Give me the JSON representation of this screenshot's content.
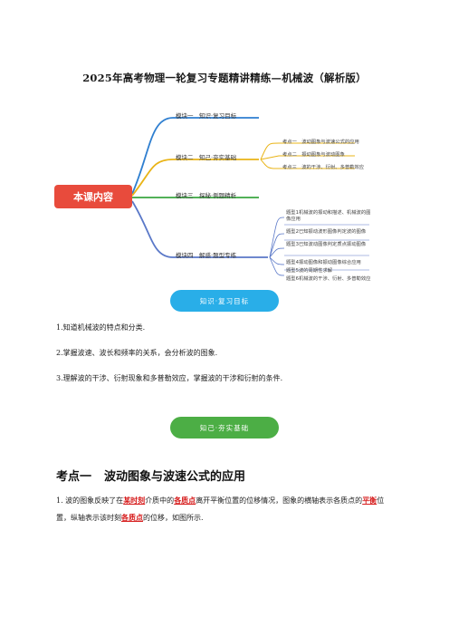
{
  "document": {
    "title": "2025年高考物理一轮复习专题精讲精练—机械波（解析版）"
  },
  "mindmap": {
    "root": "本课内容",
    "branches": [
      {
        "label": "模块一　知识·复习目标",
        "color": "#2f7fd0"
      },
      {
        "label": "模块二　知己·夯实基础",
        "color": "#e9b417",
        "leaves": [
          "考点一　波动图象与波速公式的应用",
          "考点二　振动图象与波动图象",
          "考点三　波的干涉、衍射、多普勒效应"
        ]
      },
      {
        "label": "模块三　探秘·例题精析",
        "color": "#3aa640"
      },
      {
        "label": "模块四　解惑·题型专练",
        "color": "#5a78c8",
        "leaves": [
          "题型1机械波的振动和描述、机械波的图像应用",
          "题型2已知振动波形图像判定波的图像",
          "题型3已知波动图像判定质点振动图像",
          "题型4振动图像和振动图像综合应用",
          "题型5波的周期性求解",
          "题型6机械波的干涉、衍射、多普勒效应"
        ]
      }
    ]
  },
  "goals_heading": "知识·复习目标",
  "goals": [
    "1.知道机械波的特点和分类.",
    "2.掌握波速、波长和频率的关系，会分析波的图象.",
    "3.理解波的干涉、衍射现象和多普勒效应，掌握波的干涉和衍射的条件."
  ],
  "basics_heading": "知己·夯实基础",
  "section": {
    "number": "考点一",
    "title": "波动图象与波速公式的应用"
  },
  "paragraph": {
    "p1": "1. 波的图象反映了在",
    "e1": "某时刻",
    "p2": "介质中的",
    "e2": "各质点",
    "p3": "离开平衡位置的位移情况，图象的横轴表示各质点的",
    "e3": "平衡",
    "p4": "位置，纵轴表示该时刻",
    "e4": "各质点",
    "p5": "的位移，如图所示."
  }
}
